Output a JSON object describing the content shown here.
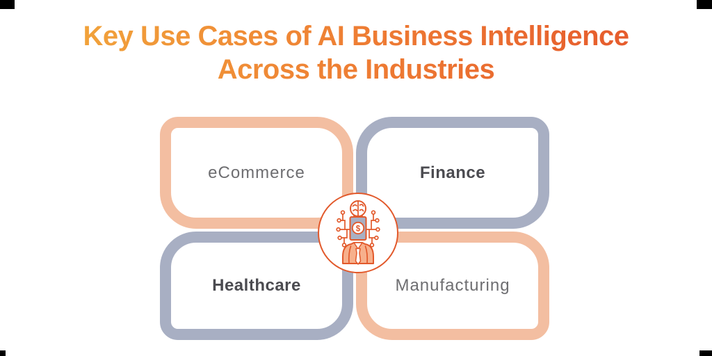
{
  "title": {
    "line1": "Key Use Cases of AI Business Intelligence",
    "line2": "Across the Industries",
    "gradient_start": "#F2A93C",
    "gradient_end": "#E4552B"
  },
  "industries": [
    {
      "label": "eCommerce",
      "accent": "#F3BEA1",
      "emphasis": false
    },
    {
      "label": "Finance",
      "accent": "#A8AFC3",
      "emphasis": true
    },
    {
      "label": "Healthcare",
      "accent": "#A8AFC3",
      "emphasis": true
    },
    {
      "label": "Manufacturing",
      "accent": "#F3BEA1",
      "emphasis": false
    }
  ],
  "center_icon": {
    "name": "ai-human-brain-circuit-dollar-icon",
    "dollar_symbol": "$",
    "outline_color": "#E2592B",
    "suit_fill": "#F7B08C",
    "head_fill": "#A9B0C3"
  },
  "label_colors": {
    "regular": "#6E6E71",
    "strong": "#4B4B50"
  }
}
